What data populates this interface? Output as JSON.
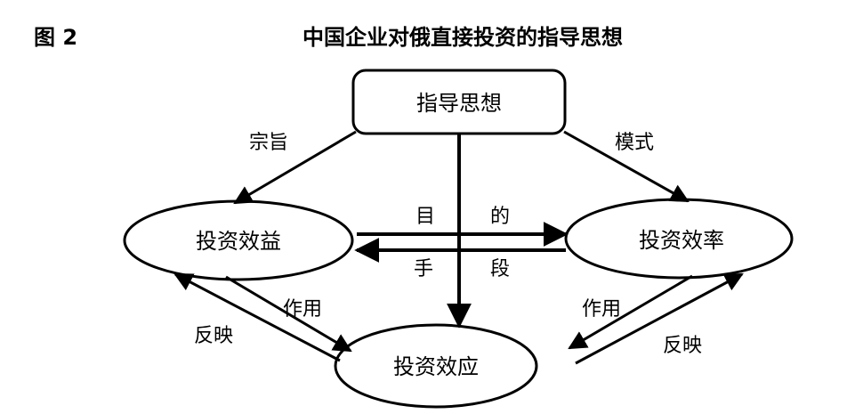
{
  "figure": {
    "number": "图 2",
    "title": "中国企业对俄直接投资的指导思想"
  },
  "nodes": {
    "guiding_thought": "指导思想",
    "investment_benefit": "投资效益",
    "investment_efficiency": "投资效率",
    "investment_effect": "投资效应"
  },
  "edges": {
    "purpose_label": "宗旨",
    "mode_label": "模式",
    "goal_left": "目",
    "goal_right": "的",
    "means_left": "手",
    "means_right": "段",
    "action_left": "作用",
    "reflect_left": "反映",
    "action_right": "作用",
    "reflect_right": "反映"
  }
}
